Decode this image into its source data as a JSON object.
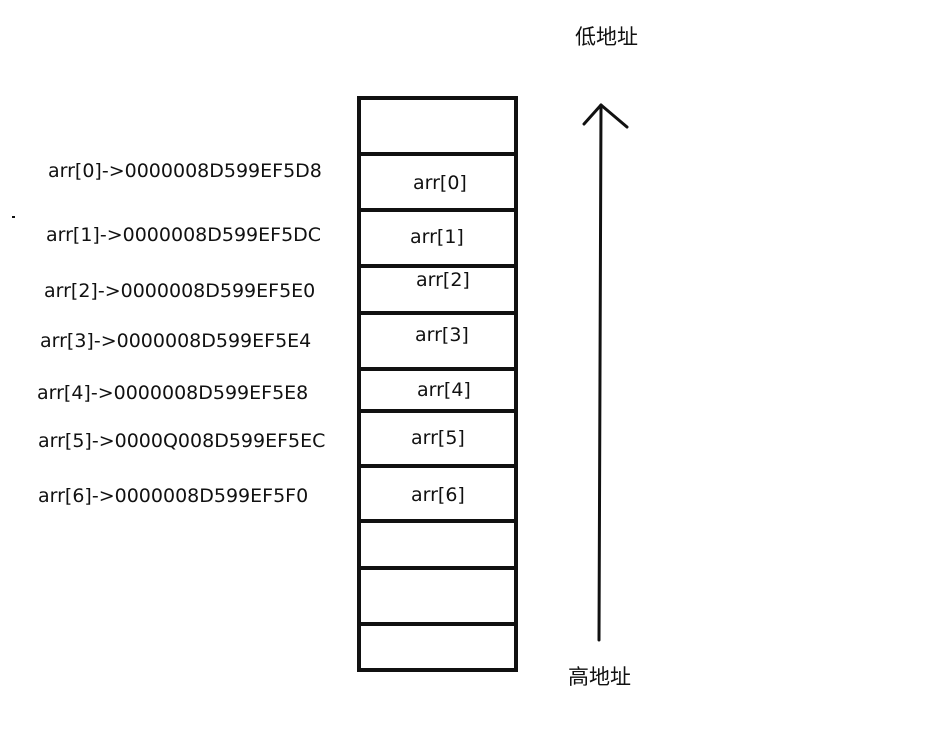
{
  "labels": {
    "low_address": "低地址",
    "high_address": "高地址"
  },
  "cells": [
    "",
    "arr[0]",
    "arr[1]",
    "arr[2]",
    "arr[3]",
    "arr[4]",
    "arr[5]",
    "arr[6]",
    "",
    "",
    ""
  ],
  "addresses": [
    "arr[0]->0000008D599EF5D8",
    "arr[1]->0000008D599EF5DC",
    "arr[2]->0000008D599EF5E0",
    "arr[3]->0000008D599EF5E4",
    "arr[4]->0000008D599EF5E8",
    "arr[5]->0000Q008D599EF5EC",
    "arr[6]->0000008D599EF5F0"
  ],
  "colors": {
    "ink": "#111111",
    "background": "#ffffff"
  }
}
